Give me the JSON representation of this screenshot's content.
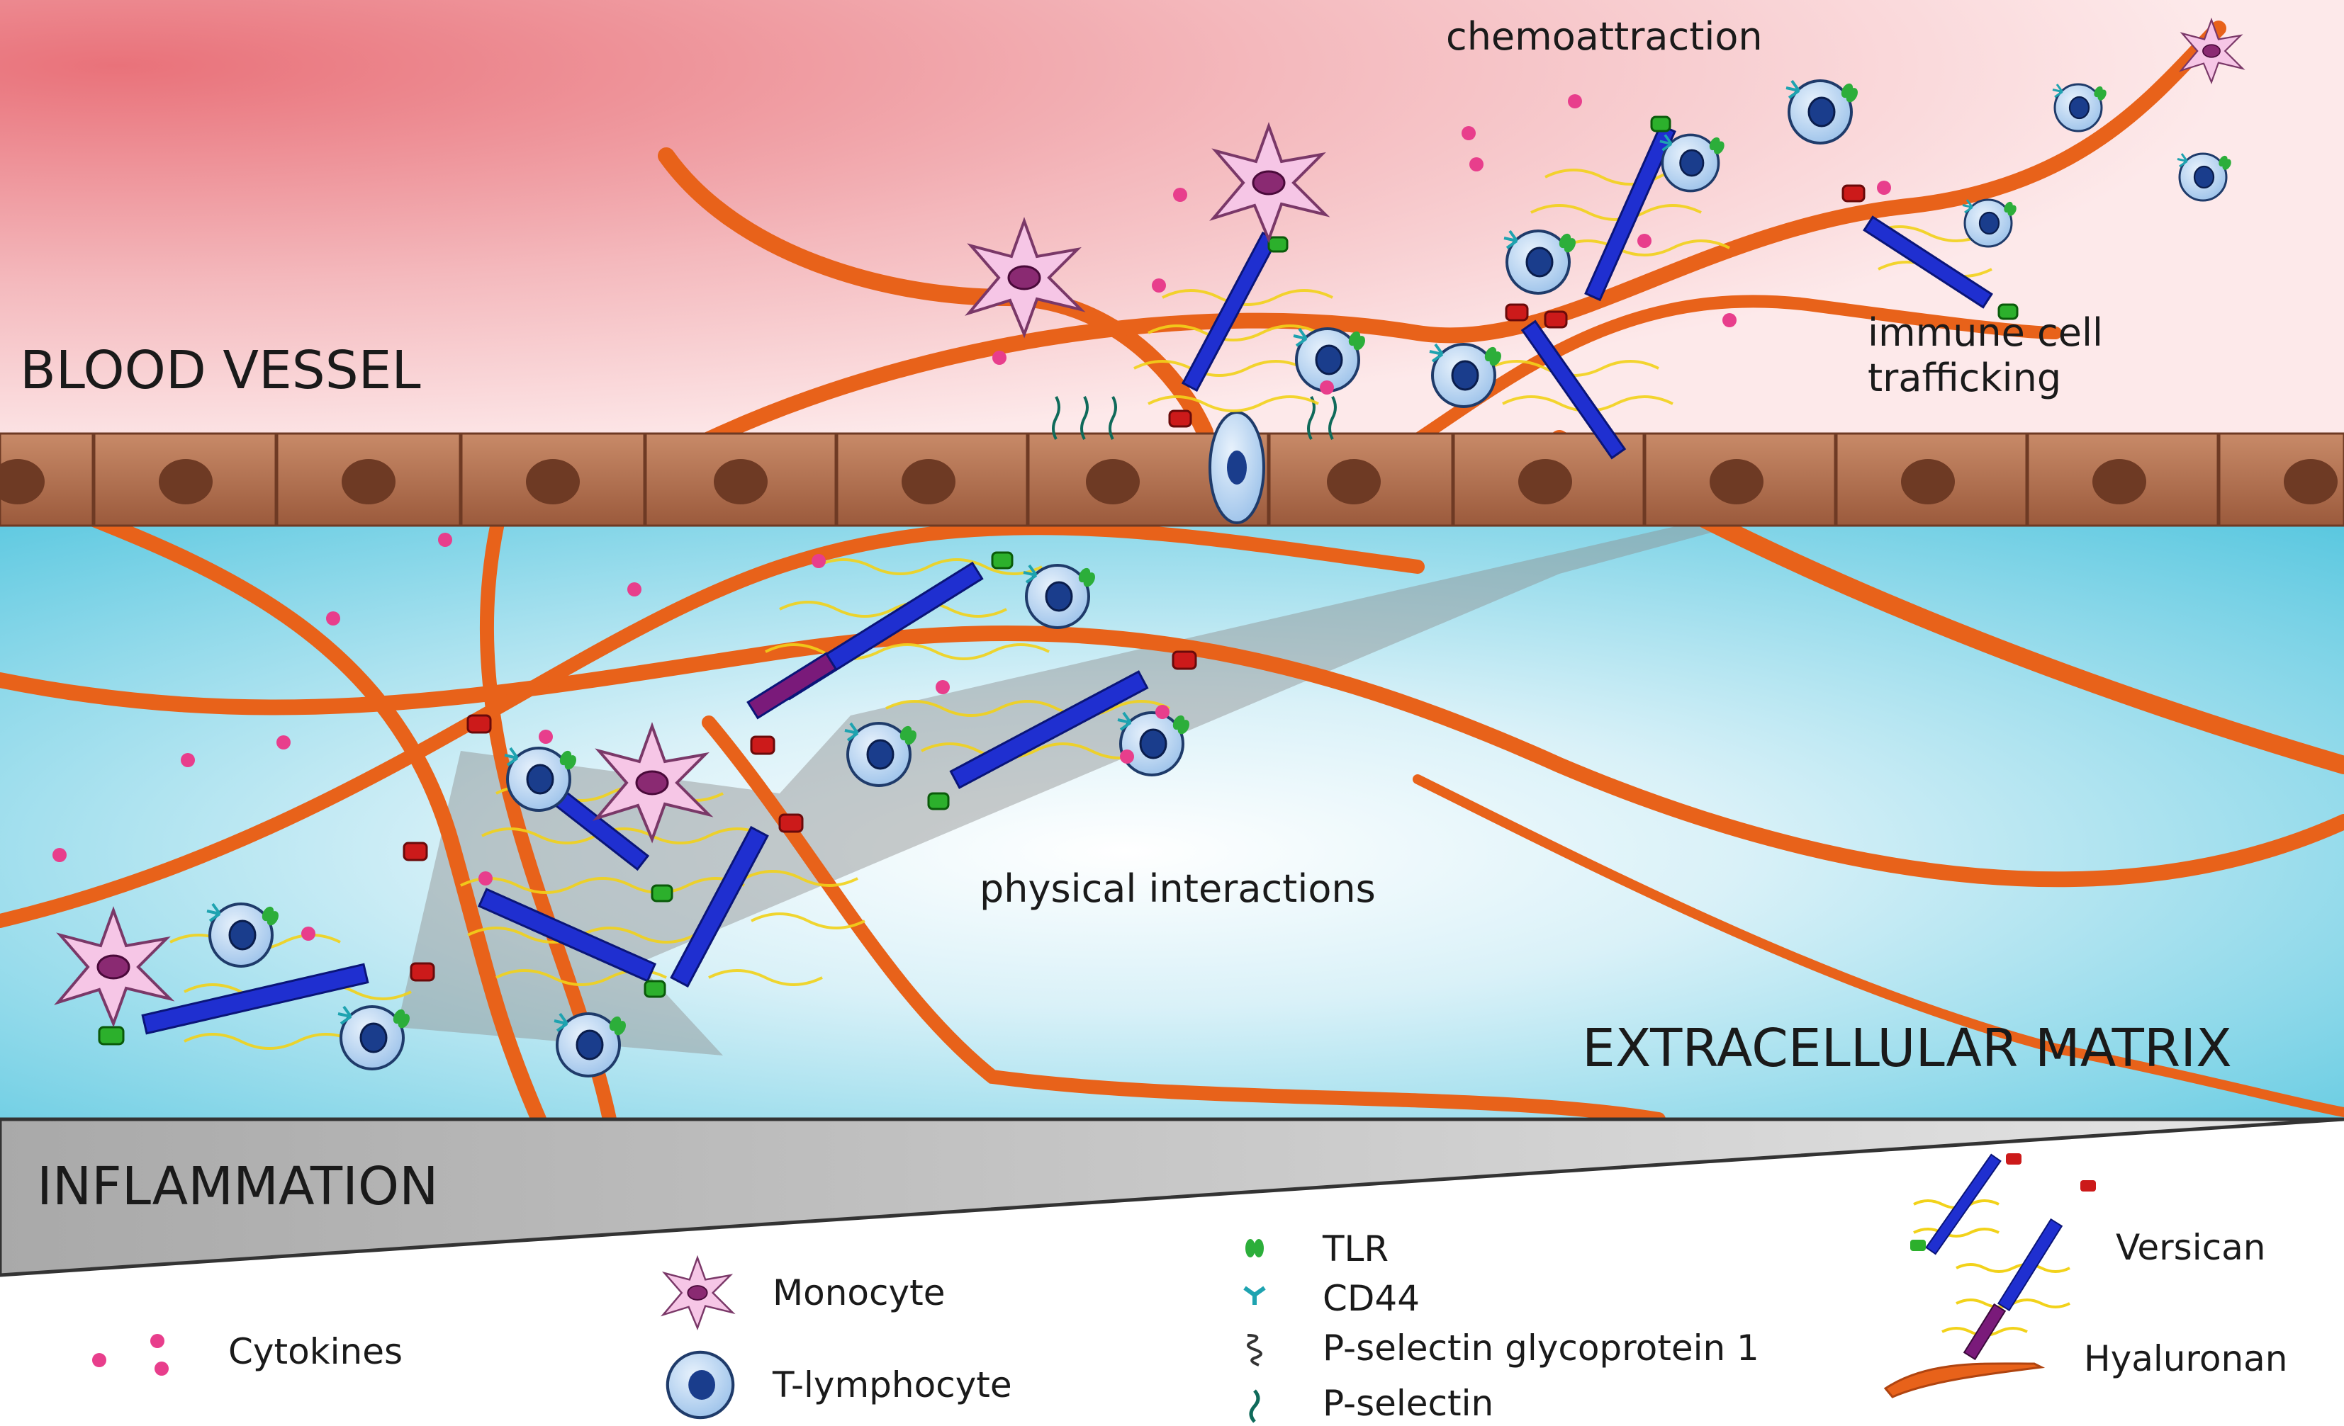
{
  "labels": {
    "blood_vessel": "BLOOD VESSEL",
    "chemoattraction": "chemoattraction",
    "immune_trafficking_1": "immune cell",
    "immune_trafficking_2": "trafficking",
    "physical_interactions": "physical interactions",
    "extracellular_matrix": "EXTRACELLULAR MATRIX",
    "inflammation": "INFLAMMATION"
  },
  "legend": {
    "cytokines": "Cytokines",
    "monocyte": "Monocyte",
    "t_lymphocyte": "T-lymphocyte",
    "tlr": "TLR",
    "cd44": "CD44",
    "psgl1": "P-selectin glycoprotein 1",
    "p_selectin": "P-selectin",
    "versican": "Versican",
    "hyaluronan": "Hyaluronan"
  },
  "colors": {
    "hyaluronan": "#e8621a",
    "versican_core": "#1f2fd0",
    "versican_domain": "#7a1a7a",
    "g1_end": "#cc1a1a",
    "g3_end": "#2cb02c",
    "gag_chain": "#f2d21a",
    "cytokine": "#e83e8c",
    "monocyte": "#f6c6e6",
    "t_cell": "#b8d4f2",
    "endothelium": "#b07050",
    "nucleus": "#6e3a24"
  }
}
